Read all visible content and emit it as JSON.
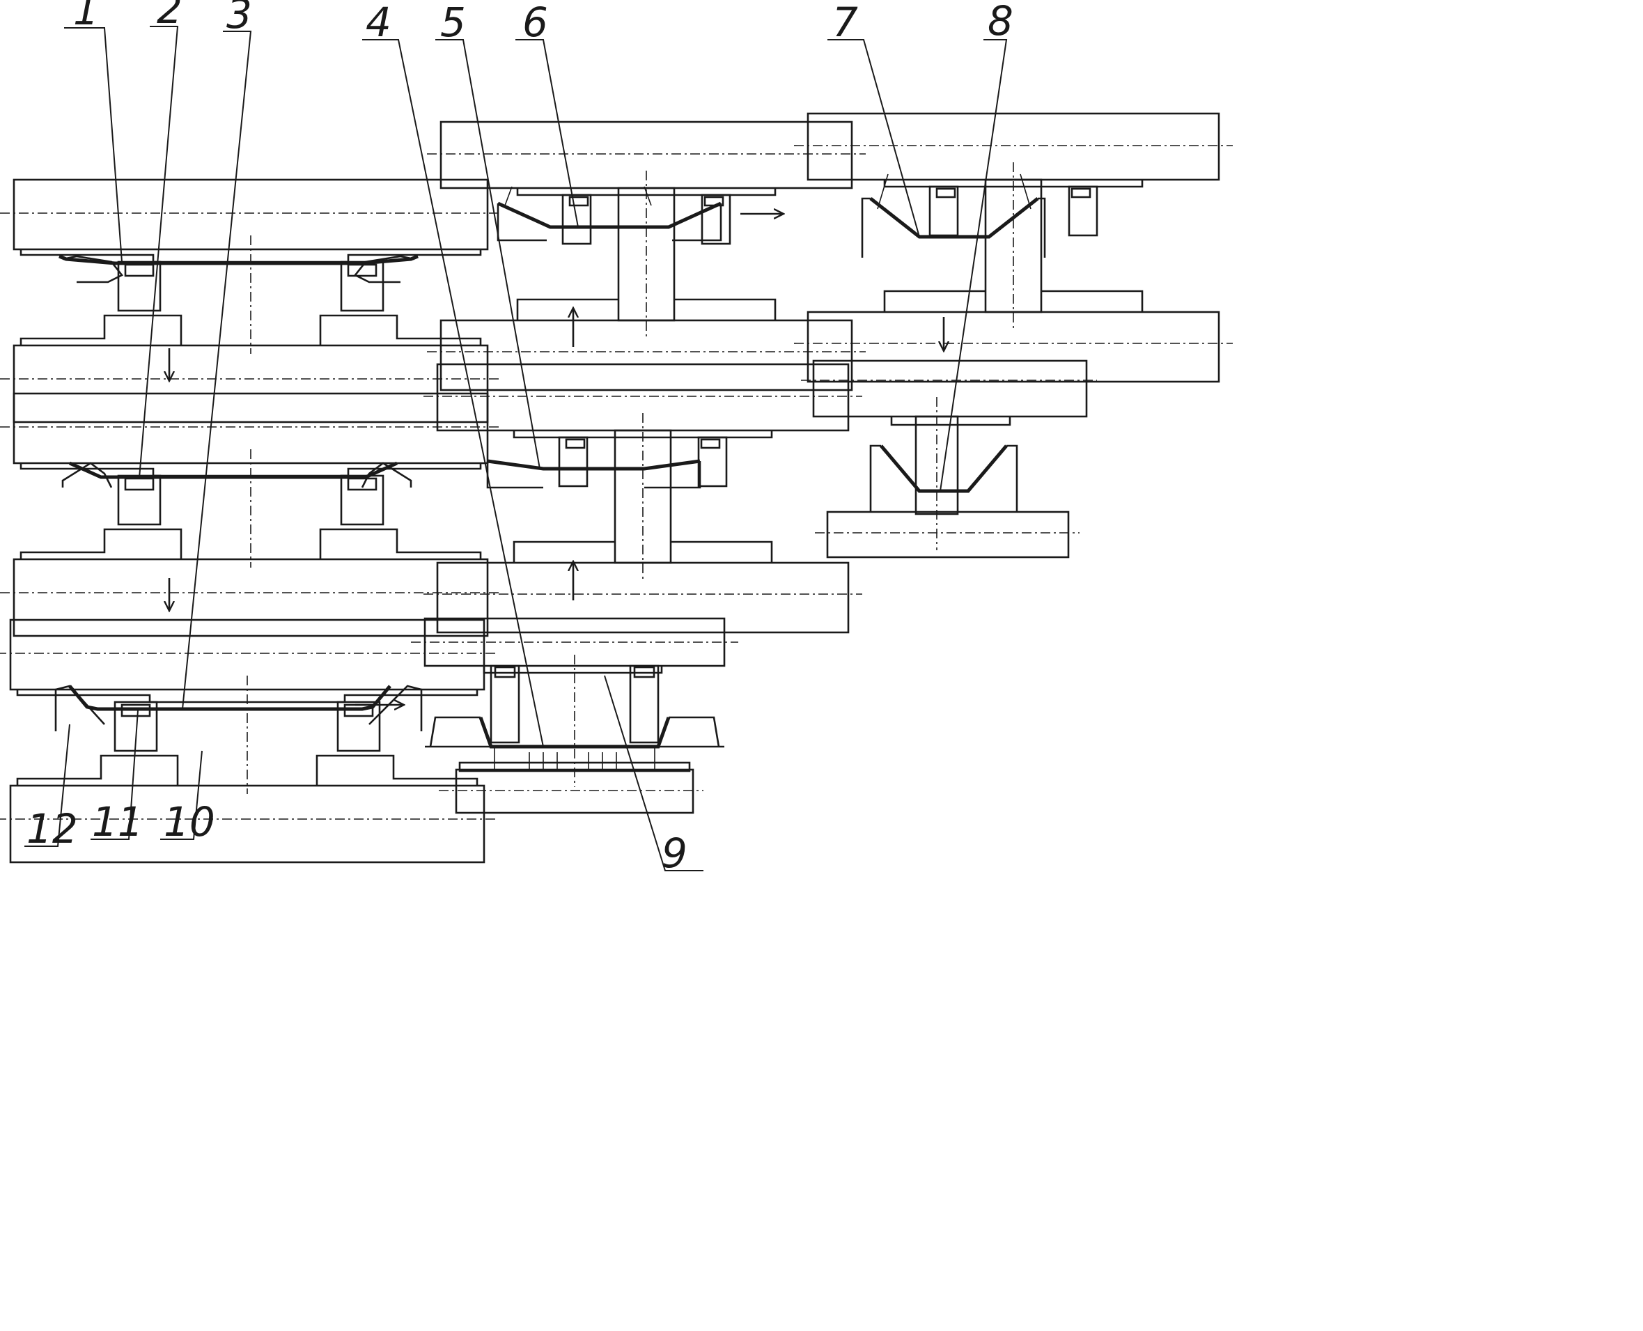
{
  "labels": {
    "n1": "1",
    "n2": "2",
    "n3": "3",
    "n4": "4",
    "n5": "5",
    "n6": "6",
    "n7": "7",
    "n8": "8",
    "n9": "9",
    "n10": "10",
    "n11": "11",
    "n12": "12"
  },
  "colors": {
    "ink": "#1a1a1a",
    "background": "#ffffff"
  }
}
